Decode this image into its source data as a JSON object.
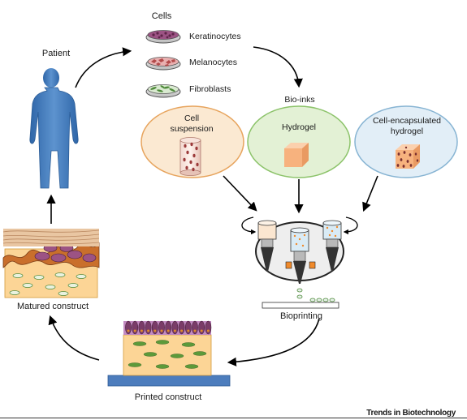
{
  "labels": {
    "patient": "Patient",
    "cells": "Cells",
    "keratinocytes": "Keratinocytes",
    "melanocytes": "Melanocytes",
    "fibroblasts": "Fibroblasts",
    "bioinks": "Bio-inks",
    "cell_suspension_l1": "Cell",
    "cell_suspension_l2": "suspension",
    "hydrogel": "Hydrogel",
    "encapsulated_l1": "Cell-encapsulated",
    "encapsulated_l2": "hydrogel",
    "bioprinting": "Bioprinting",
    "matured_construct": "Matured construct",
    "printed_construct": "Printed construct"
  },
  "footer": {
    "brand": "Trends in Biotechnology"
  },
  "colors": {
    "body": "#4a7fbf",
    "keratinocyte": "#7a3c68",
    "melanocyte": "#b24a4a",
    "fibroblast": "#4e8a3a",
    "suspension_fill": "#fbe9d2",
    "hydrogel_fill": "#e3f1d5",
    "encapsulated_fill": "#e2eef7",
    "gel_block": "#f7b27e",
    "dermis": "#fcd596",
    "base_plate": "#4d7dbd"
  },
  "icons": [
    "cell-culture-dish-icon",
    "human-figure-icon",
    "bioprinter-icon",
    "rotation-arrow-icon"
  ]
}
